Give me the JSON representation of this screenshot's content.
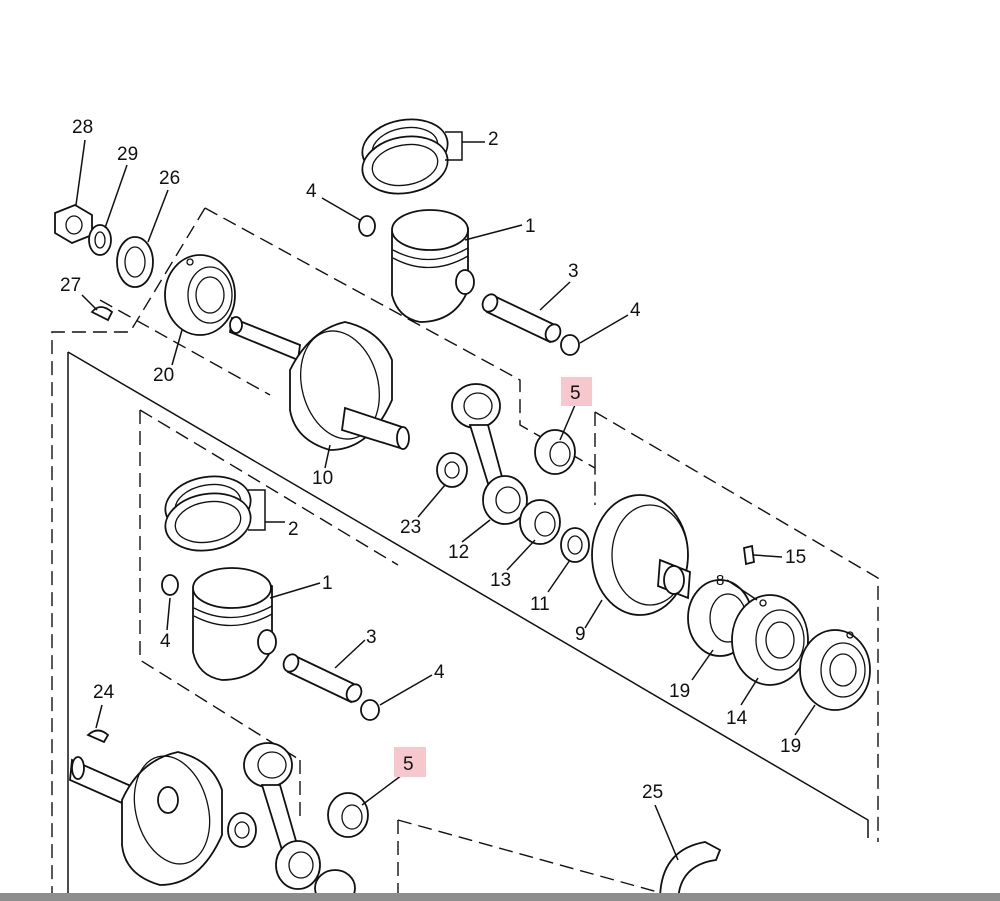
{
  "diagram": {
    "highlight_color": "#f6c7cc",
    "callouts": [
      {
        "id": "c28",
        "text": "28"
      },
      {
        "id": "c29",
        "text": "29"
      },
      {
        "id": "c26",
        "text": "26"
      },
      {
        "id": "c27",
        "text": "27"
      },
      {
        "id": "c20",
        "text": "20"
      },
      {
        "id": "c10",
        "text": "10"
      },
      {
        "id": "c2a",
        "text": "2"
      },
      {
        "id": "c4a",
        "text": "4"
      },
      {
        "id": "c1a",
        "text": "1"
      },
      {
        "id": "c3a",
        "text": "3"
      },
      {
        "id": "c4b",
        "text": "4"
      },
      {
        "id": "c5a",
        "text": "5"
      },
      {
        "id": "c23",
        "text": "23"
      },
      {
        "id": "c12",
        "text": "12"
      },
      {
        "id": "c13",
        "text": "13"
      },
      {
        "id": "c11",
        "text": "11"
      },
      {
        "id": "c9",
        "text": "9"
      },
      {
        "id": "c15",
        "text": "15"
      },
      {
        "id": "c8",
        "text": "8"
      },
      {
        "id": "c19a",
        "text": "19"
      },
      {
        "id": "c14",
        "text": "14"
      },
      {
        "id": "c19b",
        "text": "19"
      },
      {
        "id": "c2b",
        "text": "2"
      },
      {
        "id": "c1b",
        "text": "1"
      },
      {
        "id": "c4c",
        "text": "4"
      },
      {
        "id": "c3b",
        "text": "3"
      },
      {
        "id": "c4d",
        "text": "4"
      },
      {
        "id": "c24",
        "text": "24"
      },
      {
        "id": "c5b",
        "text": "5"
      },
      {
        "id": "c25",
        "text": "25"
      }
    ]
  }
}
